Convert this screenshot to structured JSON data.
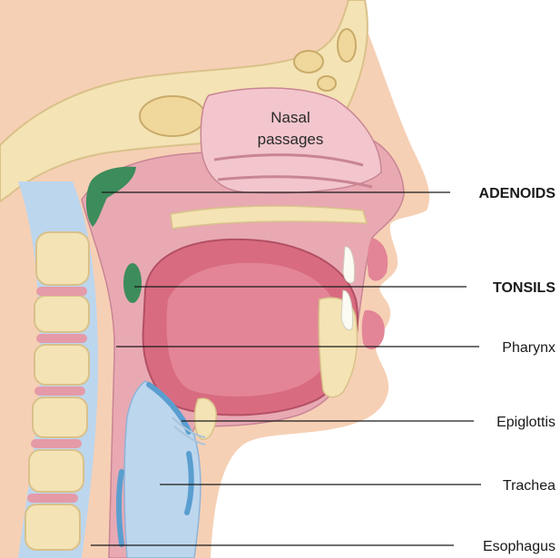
{
  "diagram": {
    "inner_label": {
      "line1": "Nasal",
      "line2": "passages"
    },
    "labels": {
      "adenoids": "ADENOIDS",
      "tonsils": "TONSILS",
      "pharynx": "Pharynx",
      "epiglottis": "Epiglottis",
      "trachea": "Trachea",
      "esophagus": "Esophagus"
    },
    "colors": {
      "skin": "#f6d0b5",
      "bone": "#f4e3b4",
      "bone_outline": "#d9c18a",
      "tissue": "#e8a9b3",
      "tissue_light": "#f2c6cc",
      "tongue": "#d86b80",
      "adenoid_tonsil": "#3d8c5c",
      "airway": "#bcd6ee",
      "cartilage": "#5a9ed0"
    }
  }
}
